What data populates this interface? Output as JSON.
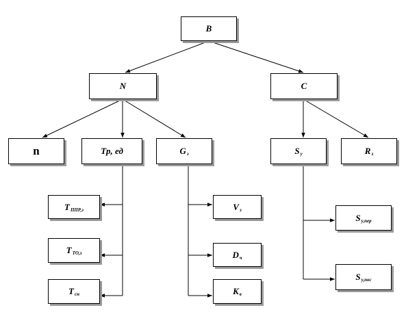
{
  "nodes": {
    "b": {
      "main": "B",
      "sub": ""
    },
    "n_cap": {
      "main": "N",
      "sub": ""
    },
    "c": {
      "main": "C",
      "sub": ""
    },
    "n": {
      "main": "n",
      "sub": ""
    },
    "tp": {
      "main": "Tp, ед",
      "sub": ""
    },
    "g": {
      "main": "G",
      "sub": "з"
    },
    "sy": {
      "main": "S",
      "sub": "у"
    },
    "rz": {
      "main": "R",
      "sub": "з"
    },
    "tppr": {
      "main": "T",
      "sub": "ППР,з"
    },
    "tto": {
      "main": "T",
      "sub": "ТО,з"
    },
    "tsn": {
      "main": "T",
      "sub": "сн"
    },
    "vz": {
      "main": "V",
      "sub": "з"
    },
    "dch": {
      "main": "D",
      "sub": "ч"
    },
    "kv": {
      "main": "K",
      "sub": "в"
    },
    "sypr": {
      "main": "S",
      "sub": "у,пер"
    },
    "sypos": {
      "main": "S",
      "sub": "у,пос"
    }
  },
  "colors": {
    "line": "#000000",
    "shadow": "#9a9a9a",
    "box_fill": "#ffffff"
  }
}
